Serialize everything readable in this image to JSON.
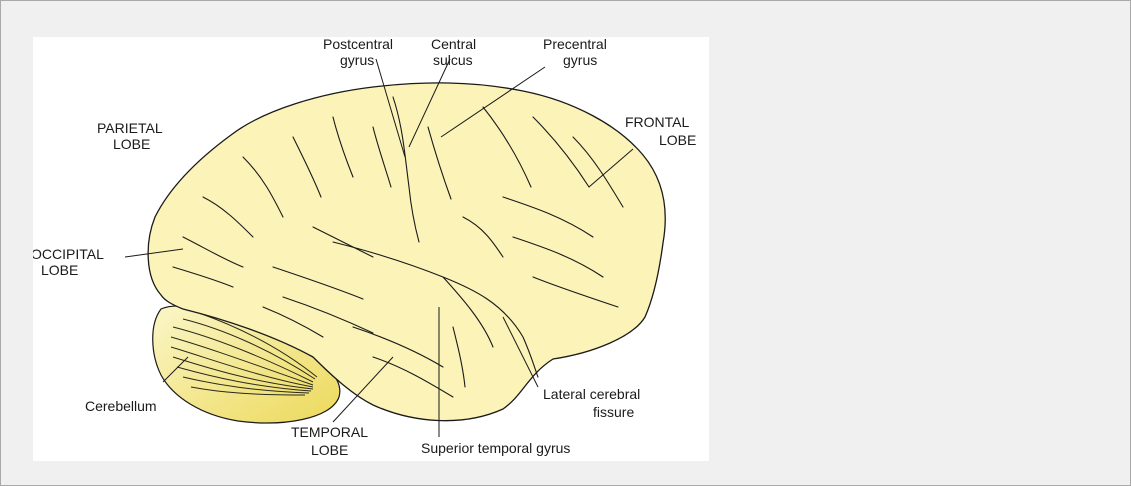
{
  "labels": {
    "postcentral_1": "Postcentral",
    "postcentral_2": "gyrus",
    "central_1": "Central",
    "central_2": "sulcus",
    "precentral_1": "Precentral",
    "precentral_2": "gyrus",
    "parietal_1": "PARIETAL",
    "parietal_2": "LOBE",
    "frontal_1": "FRONTAL",
    "frontal_2": "LOBE",
    "occipital_1": "OCCIPITAL",
    "occipital_2": "LOBE",
    "cerebellum": "Cerebellum",
    "temporal_1": "TEMPORAL",
    "temporal_2": "LOBE",
    "lateral_1": "Lateral cerebral",
    "lateral_2": "fissure",
    "superior_temporal": "Superior temporal gyrus"
  },
  "colors": {
    "cerebrum_fill": "#fbf3b7",
    "cerebellum_fill": "#f1df73",
    "outline": "#1a1a1a"
  }
}
